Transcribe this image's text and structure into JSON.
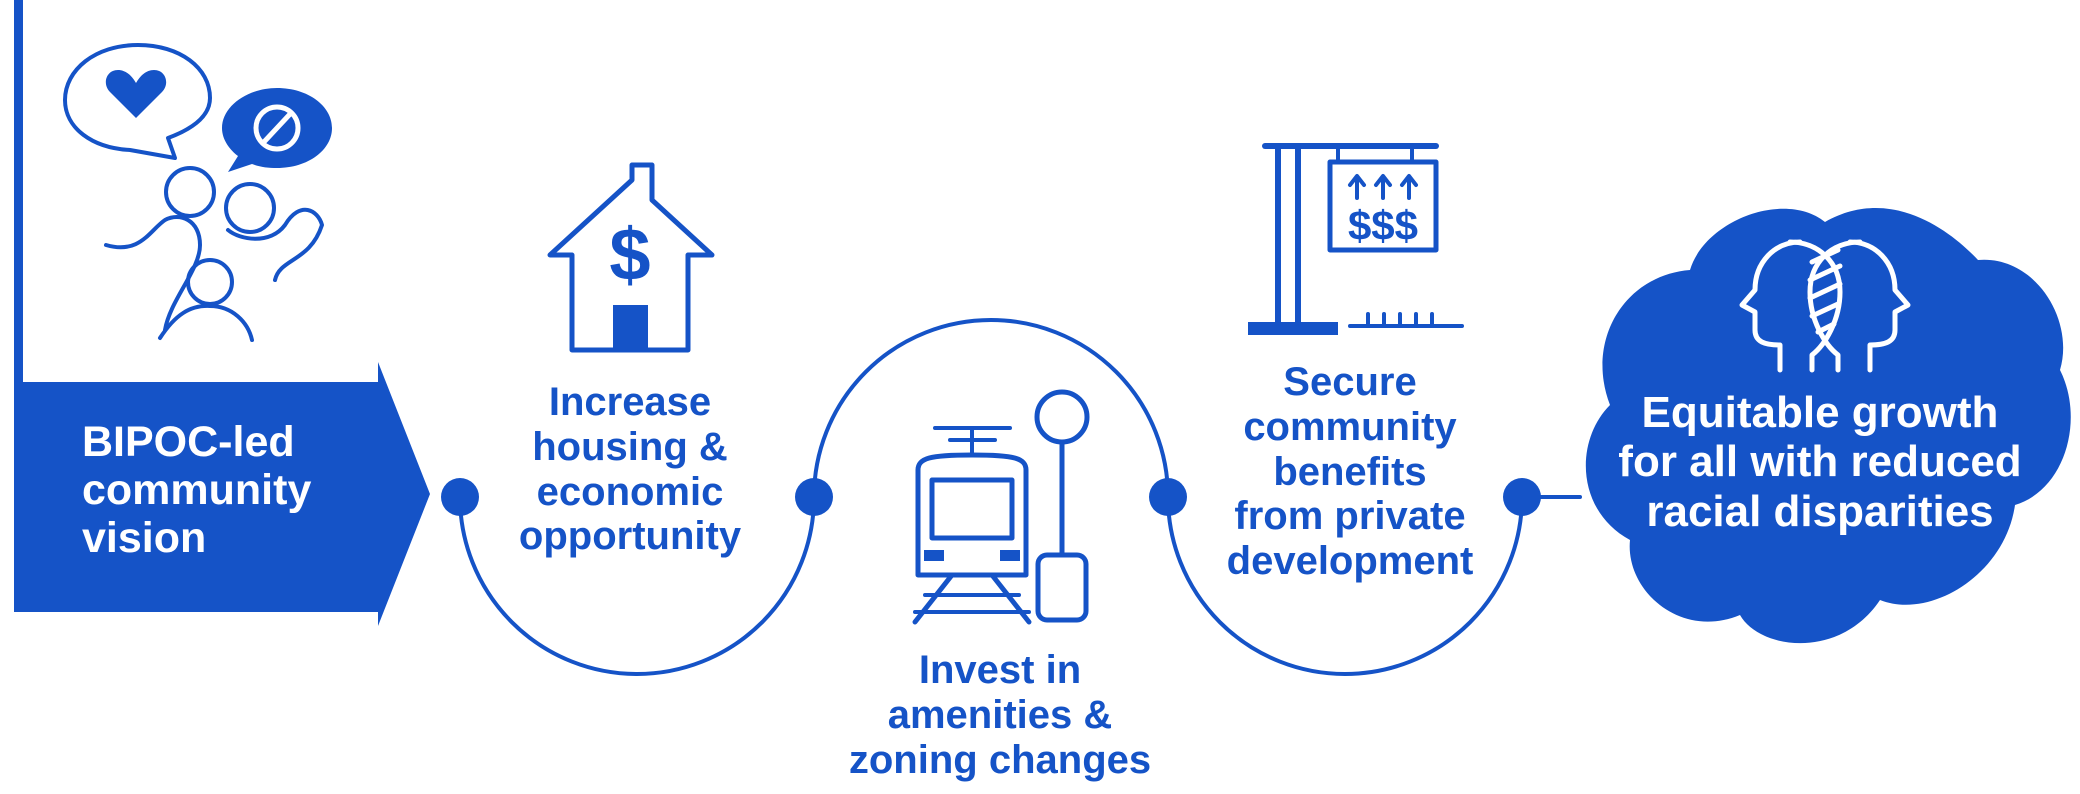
{
  "colors": {
    "accent": "#1553c7",
    "background": "#ffffff"
  },
  "start": {
    "lines": [
      "BIPOC-led",
      "community",
      "vision"
    ],
    "icon": "community-people-speech-icon"
  },
  "steps": [
    {
      "lines": [
        "Increase",
        "housing &",
        "economic",
        "opportunity"
      ],
      "icon": "house-dollar-icon"
    },
    {
      "lines": [
        "Invest in",
        "amenities &",
        "zoning changes"
      ],
      "icon": "train-and-stop-sign-icon"
    },
    {
      "lines": [
        "Secure",
        "community",
        "benefits",
        "from private",
        "development"
      ],
      "icon": "development-sign-dollars-icon"
    }
  ],
  "outcome": {
    "lines": [
      "Equitable growth",
      "for all with reduced",
      "racial disparities"
    ],
    "icon": "two-heads-overlap-icon"
  }
}
